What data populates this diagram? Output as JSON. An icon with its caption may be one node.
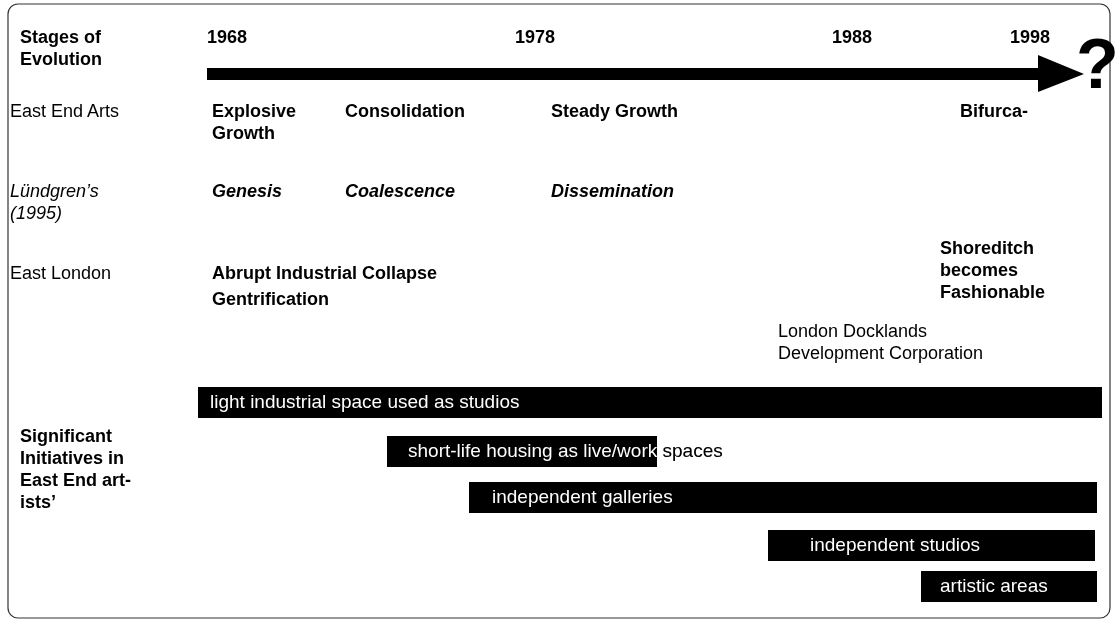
{
  "diagram": {
    "nodes": [
      {
        "text": [
          "light industrial space used as studios"
        ]
      },
      {
        "text": [
          "short-life housing as live/work spaces"
        ]
      },
      {
        "text": [
          "independent galleries"
        ]
      },
      {
        "text": [
          "independent studios"
        ]
      },
      {
        "text": [
          "artistic areas"
        ]
      }
    ],
    "labels": [
      "Stages of Evolution",
      "1968",
      "1978",
      "1988",
      "1998",
      "?",
      "East End Arts",
      "Explosive Growth",
      "Consolidation",
      "Steady Growth",
      "Bifurca-",
      "Lündgren’s (1995)",
      "Genesis",
      "Coalescence",
      "Dissemination",
      "East London",
      "Shoreditch becomes Fashionable",
      "Abrupt Industrial Collapse",
      "Gentrification",
      "London Docklands Development Corporation",
      "Significant Initiatives in East End art- ists’"
    ]
  }
}
